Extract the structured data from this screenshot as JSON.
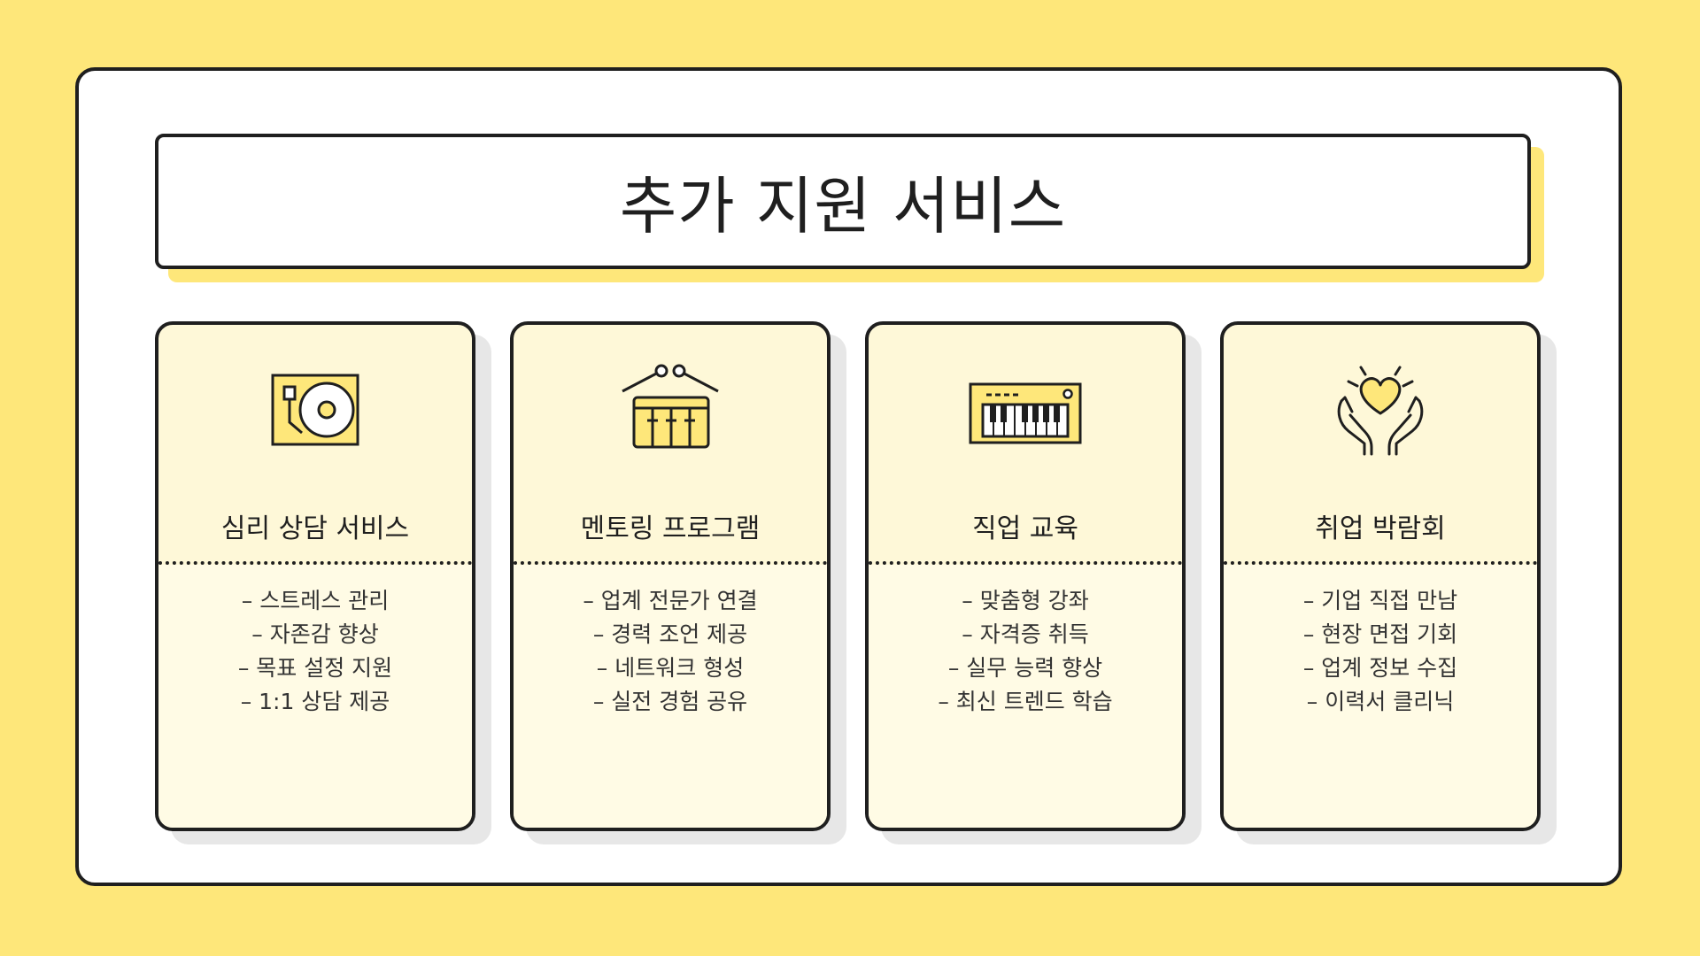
{
  "title": "추가 지원 서비스",
  "colors": {
    "background": "#FEE77A",
    "accent": "#FEE77A",
    "card": "#FEF8D8",
    "outline": "#1F1F1F"
  },
  "cards": [
    {
      "icon": "turntable-icon",
      "title": "심리 상담 서비스",
      "items": [
        "– 스트레스 관리",
        "– 자존감 향상",
        "– 목표 설정 지원",
        "– 1:1 상담 제공"
      ]
    },
    {
      "icon": "drum-icon",
      "title": "멘토링 프로그램",
      "items": [
        "– 업계 전문가 연결",
        "– 경력 조언 제공",
        "– 네트워크 형성",
        "– 실전 경험 공유"
      ]
    },
    {
      "icon": "keyboard-icon",
      "title": "직업 교육",
      "items": [
        "– 맞춤형 강좌",
        "– 자격증 취득",
        "– 실무 능력 향상",
        "– 최신 트렌드 학습"
      ]
    },
    {
      "icon": "heart-hands-icon",
      "title": "취업 박람회",
      "items": [
        "– 기업 직접 만남",
        "– 현장 면접 기회",
        "– 업계 정보 수집",
        "– 이력서 클리닉"
      ]
    }
  ]
}
